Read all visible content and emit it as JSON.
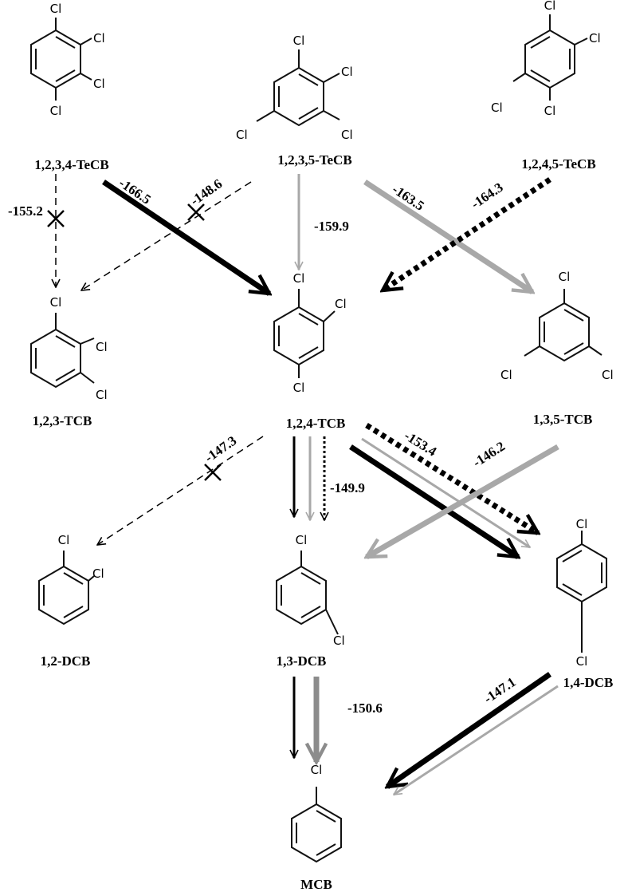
{
  "atom_label": "Cl",
  "molecules": {
    "m1234tecb": {
      "name": "1,2,3,4-TeCB"
    },
    "m1235tecb": {
      "name": "1,2,3,5-TeCB"
    },
    "m1245tecb": {
      "name": "1,2,4,5-TeCB"
    },
    "m123tcb": {
      "name": "1,2,3-TCB"
    },
    "m124tcb": {
      "name": "1,2,4-TCB"
    },
    "m135tcb": {
      "name": "1,3,5-TCB"
    },
    "m12dcb": {
      "name": "1,2-DCB"
    },
    "m13dcb": {
      "name": "1,3-DCB"
    },
    "m14dcb": {
      "name": "1,4-DCB"
    },
    "mmcb": {
      "name": "MCB"
    }
  },
  "pathway_values": {
    "v1234_to_123": "-155.2",
    "v1234_to_124": "-166.5",
    "v1235_to_123": "-148.6",
    "v1235_to_124": "-159.9",
    "v1235_to_135": "-163.5",
    "v1245_to_124": "-164.3",
    "v124_to_12": "-147.3",
    "v124_to_13": "-149.9",
    "v124_to_14": "-153.4",
    "v135_to_13": "-146.2",
    "v13_to_mcb": "-150.6",
    "v14_to_mcb": "-147.1"
  },
  "colors": {
    "black": "#000000",
    "gray": "#a8a8a8",
    "dark_gray": "#8c8c8c"
  }
}
